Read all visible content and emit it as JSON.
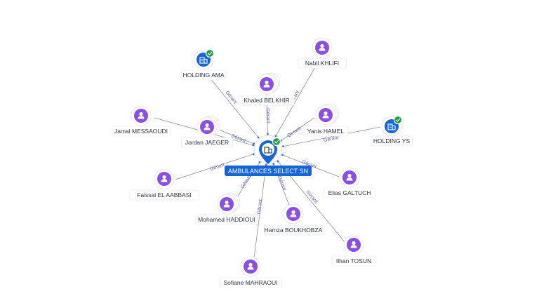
{
  "colors": {
    "person": "#8a4fe0",
    "company": "#1565d8",
    "verified": "#1e9e4a",
    "edge": "#8a8f99",
    "edge_label": "#6a5fc1"
  },
  "center": {
    "id": "ambulances-select-sn",
    "label": "AMBULANCES SELECT SN",
    "type": "company",
    "icon": "building-icon",
    "verified": true
  },
  "nodes": [
    {
      "id": "holding-ama",
      "label": "HOLDING AMA",
      "type": "company",
      "icon": "building-icon",
      "verified": true,
      "relation": "Gérant"
    },
    {
      "id": "nabil-khlifi",
      "label": "Nabil KHLIFI",
      "type": "person",
      "icon": "person-icon",
      "relation": "Gérant"
    },
    {
      "id": "khaled-belkhir",
      "label": "Khaled BELKHIR",
      "type": "person",
      "icon": "person-icon",
      "relation": "Gérant"
    },
    {
      "id": "jamal-messaoudi",
      "label": "Jamal MESSAOUDI",
      "type": "person",
      "icon": "person-icon",
      "relation": ""
    },
    {
      "id": "jordan-jaeger",
      "label": "Jordan JAEGER",
      "type": "person",
      "icon": "person-icon",
      "relation": "Gérant"
    },
    {
      "id": "yanis-hamel",
      "label": "Yanis HAMEL",
      "type": "person",
      "icon": "person-icon",
      "relation": "Gérant"
    },
    {
      "id": "holding-ys",
      "label": "HOLDING YS",
      "type": "company",
      "icon": "building-icon",
      "verified": true,
      "relation": "Gérant"
    },
    {
      "id": "faissal-el-aabbasi",
      "label": "Faissal EL AABBASI",
      "type": "person",
      "icon": "person-icon",
      "relation": "Gérant"
    },
    {
      "id": "elias-galtuch",
      "label": "Elias GALTUCH",
      "type": "person",
      "icon": "person-icon",
      "relation": "Gérant"
    },
    {
      "id": "mohamed-haddioui",
      "label": "Mohamed HADDIOUI",
      "type": "person",
      "icon": "person-icon",
      "relation": "Gérant"
    },
    {
      "id": "hamza-boukhobza",
      "label": "Hamza BOUKHOBZA",
      "type": "person",
      "icon": "person-icon",
      "relation": "Gérant"
    },
    {
      "id": "ilhan-tosun",
      "label": "Ilhan TOSUN",
      "type": "person",
      "icon": "person-icon",
      "relation": "Gérant"
    },
    {
      "id": "sofiane-mahraoui",
      "label": "Sofiane MAHRAOUI",
      "type": "person",
      "icon": "person-icon",
      "relation": "Gérant"
    }
  ]
}
